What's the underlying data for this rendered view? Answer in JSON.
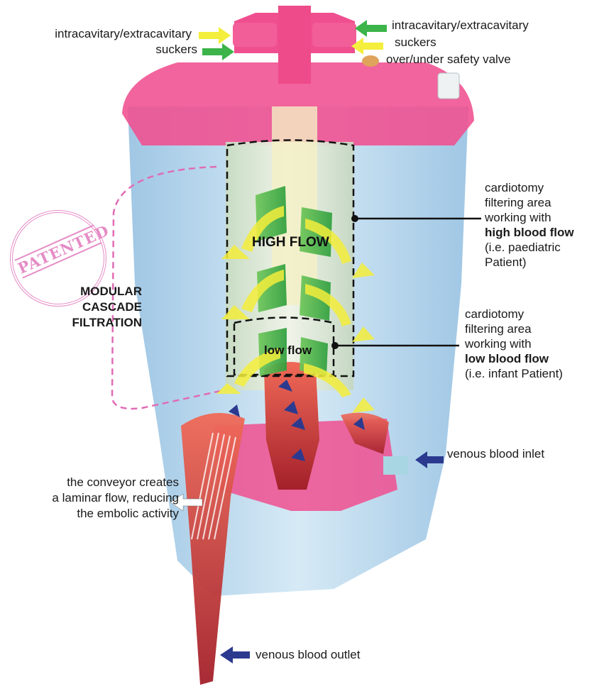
{
  "labels": {
    "suckers_left_line1": "intracavitary/extracavitary",
    "suckers_left_line2": "suckers",
    "suckers_right_line1": "intracavitary/extracavitary",
    "suckers_right_line2": "suckers",
    "safety_valve": "over/under safety valve",
    "high_area_line1": "cardiotomy",
    "high_area_line2": "filtering area",
    "high_area_line3": "working with",
    "high_area_line4": "high blood flow",
    "high_area_line5": "(i.e. paediatric",
    "high_area_line6": "Patient)",
    "low_area_line1": "cardiotomy",
    "low_area_line2": "filtering area",
    "low_area_line3": "working with",
    "low_area_line4": "low blood flow",
    "low_area_line5": "(i.e. infant Patient)",
    "patented": "PATENTED",
    "modular_line1": "MODULAR",
    "modular_line2": "CASCADE",
    "modular_line3": "FILTRATION",
    "high_flow": "HIGH FLOW",
    "low_flow": "low flow",
    "venous_inlet": "venous blood inlet",
    "conveyor_line1": "the conveyor creates",
    "conveyor_line2": "a laminar flow, reducing",
    "conveyor_line3": "the embolic activity",
    "venous_outlet": "venous blood outlet"
  },
  "colors": {
    "housing_pink": "#f04f8f",
    "body_blue": "#a9d3ec",
    "filter_green": "#dce8cf",
    "arrow_yellow": "#f4ee3c",
    "arrow_green": "#3cb44a",
    "arrow_blue": "#2b3a8f",
    "outlet_red": "#b02a2e",
    "dash_pink": "#e06cb5",
    "stamp_pink": "#e58cc6"
  }
}
